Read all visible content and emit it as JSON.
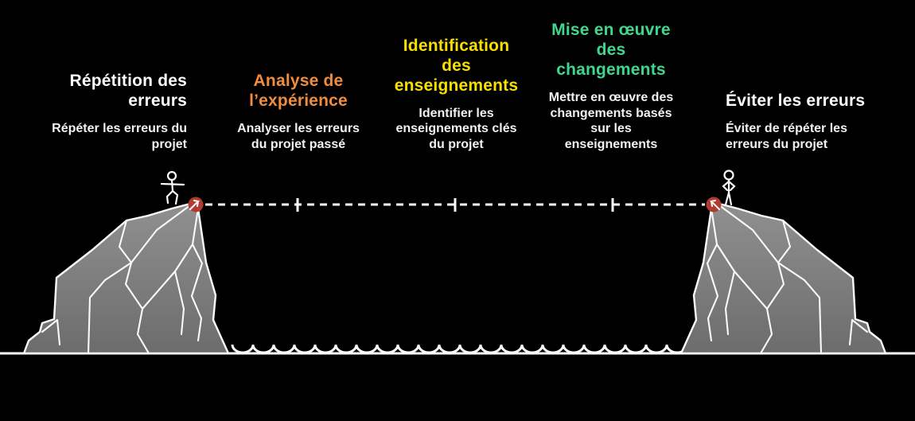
{
  "stages": [
    {
      "heading": "Répétition des\nerreurs",
      "description": "Répéter les erreurs du\nprojet",
      "color": "#FDFDFD"
    },
    {
      "heading": "Analyse de\nl’expérience",
      "description": "Analyser les erreurs\ndu projet passé",
      "color": "#F28C3D"
    },
    {
      "heading": "Identification\ndes\nenseignements",
      "description": "Identifier les\nenseignements clés\ndu projet",
      "color": "#F8DF00"
    },
    {
      "heading": "Mise en œuvre\ndes\nchangements",
      "description": "Mettre en œuvre des\nchangements basés\nsur les\nenseignements",
      "color": "#3FD78D"
    },
    {
      "heading": "Éviter les erreurs",
      "description": "Éviter de répéter les\nerreurs du projet",
      "color": "#FDFDFD"
    }
  ],
  "scene": {
    "icons": {
      "left_figure": "stick-figure-balancing",
      "right_figure": "stick-figure-standing",
      "start_marker": "red-position-marker",
      "end_marker": "red-position-marker"
    },
    "path": {
      "style": "dashed",
      "tick_count": 3
    },
    "colors": {
      "background": "#000000",
      "rock_top": "#8F8F8F",
      "rock_bottom": "#6C6C6C",
      "outline": "#FAFAFA",
      "marker_red": "#B23B31",
      "text_white": "#FDFDFD"
    }
  }
}
